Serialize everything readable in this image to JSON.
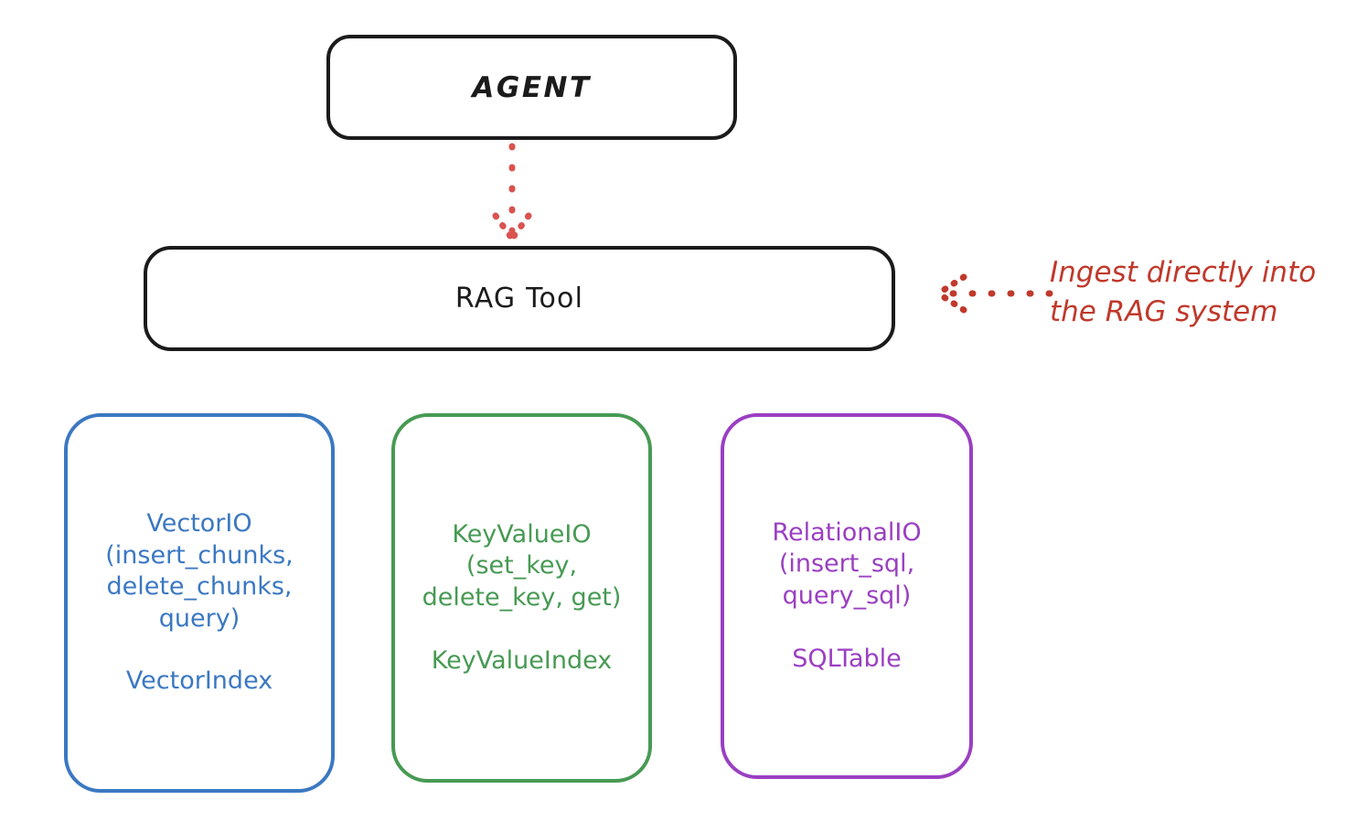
{
  "diagram": {
    "title_node": "AGENT",
    "nodes": [
      {
        "id": "agent",
        "label": "AGENT",
        "color": "#1b1b1b"
      },
      {
        "id": "rag-tool",
        "label": "RAG Tool",
        "color": "#1b1b1b"
      },
      {
        "id": "vectorio",
        "api": "VectorIO\n(insert_chunks,\ndelete_chunks,\nquery)",
        "index": "VectorIndex",
        "color": "#3b78c2"
      },
      {
        "id": "keyvalueio",
        "api": "KeyValueIO\n(set_key,\ndelete_key, get)",
        "index": "KeyValueIndex",
        "color": "#479a53"
      },
      {
        "id": "relationalio",
        "api": "RelationalIO\n(insert_sql,\nquery_sql)",
        "index": "SQLTable",
        "color": "#9a3fc2"
      }
    ],
    "annotations": [
      {
        "id": "ingest-note",
        "text": "Ingest directly into\nthe RAG system",
        "color": "#c0392b"
      }
    ],
    "arrows": [
      {
        "id": "agent-to-rag",
        "from": "agent",
        "to": "rag-tool",
        "style": "dotted",
        "direction": "down",
        "color": "#d9534f"
      },
      {
        "id": "ingest-to-rag",
        "from": "ingest-note",
        "to": "rag-tool",
        "style": "dotted",
        "direction": "left",
        "color": "#c0392b"
      }
    ]
  }
}
